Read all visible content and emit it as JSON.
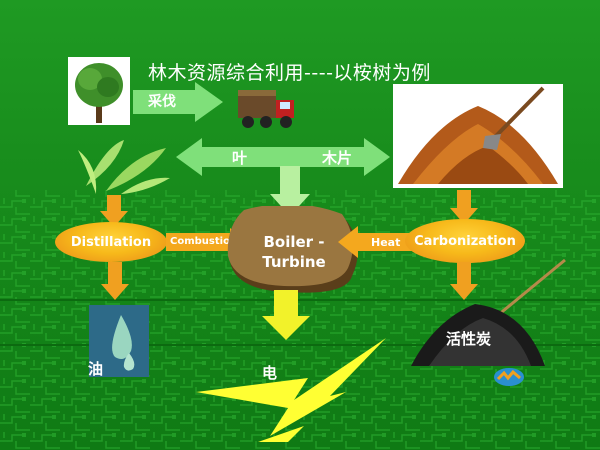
{
  "title": "林木资源综合利用----以桉树为例",
  "flow_labels": {
    "harvest": "采伐",
    "leaf": "叶",
    "wood_chips": "木片",
    "combustion": "Combustion",
    "heat": "Heat"
  },
  "processes": {
    "distillation": "Distillation",
    "carbonization": "Carbonization",
    "boiler_line1": "Boiler -",
    "boiler_line2": "Turbine"
  },
  "products": {
    "oil": "油",
    "electricity": "电",
    "activated_carbon": "活性炭"
  },
  "colors": {
    "background": "#178a1b",
    "arrow_green": "#7fe07a",
    "orange": "#f7b91a",
    "boiler_brown": "#8b6a3a",
    "lightning_yellow": "#ffff33"
  }
}
